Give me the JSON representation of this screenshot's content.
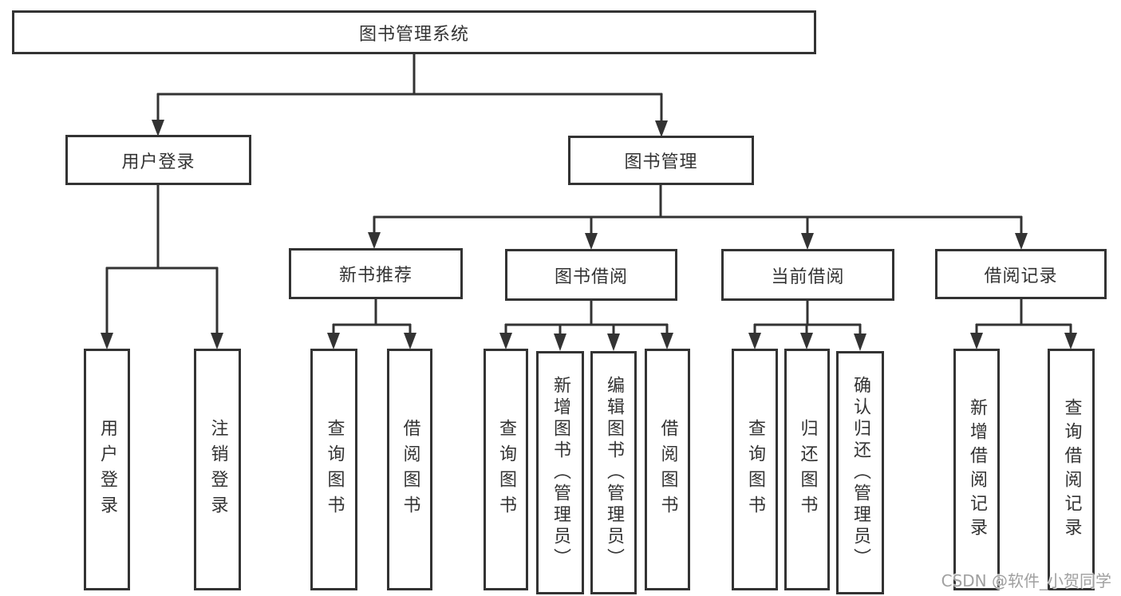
{
  "diagram": {
    "root": {
      "label": "图书管理系统"
    },
    "level2": {
      "user_login": {
        "label": "用户登录"
      },
      "book_management": {
        "label": "图书管理"
      }
    },
    "level3": {
      "new_book_recommend": {
        "label": "新书推荐"
      },
      "book_borrowing": {
        "label": "图书借阅"
      },
      "current_borrowing": {
        "label": "当前借阅"
      },
      "borrowing_records": {
        "label": "借阅记录"
      }
    },
    "leaves": {
      "user_login": [
        "用户登录",
        "注销登录"
      ],
      "new_book_recommend": [
        "查询图书",
        "借阅图书"
      ],
      "book_borrowing": [
        "查询图书",
        "新增图书（管理员）",
        "编辑图书（管理员）",
        "借阅图书"
      ],
      "current_borrowing": [
        "查询图书",
        "归还图书",
        "确认归还（管理员）"
      ],
      "borrowing_records": [
        "新增借阅记录",
        "查询借阅记录"
      ]
    },
    "colors": {
      "line": "#333333",
      "border": "#333333",
      "text": "#333333",
      "background": "#ffffff",
      "watermark": "#a0a0a0"
    }
  },
  "watermark": {
    "text": "CSDN @软件_小贺同学"
  }
}
